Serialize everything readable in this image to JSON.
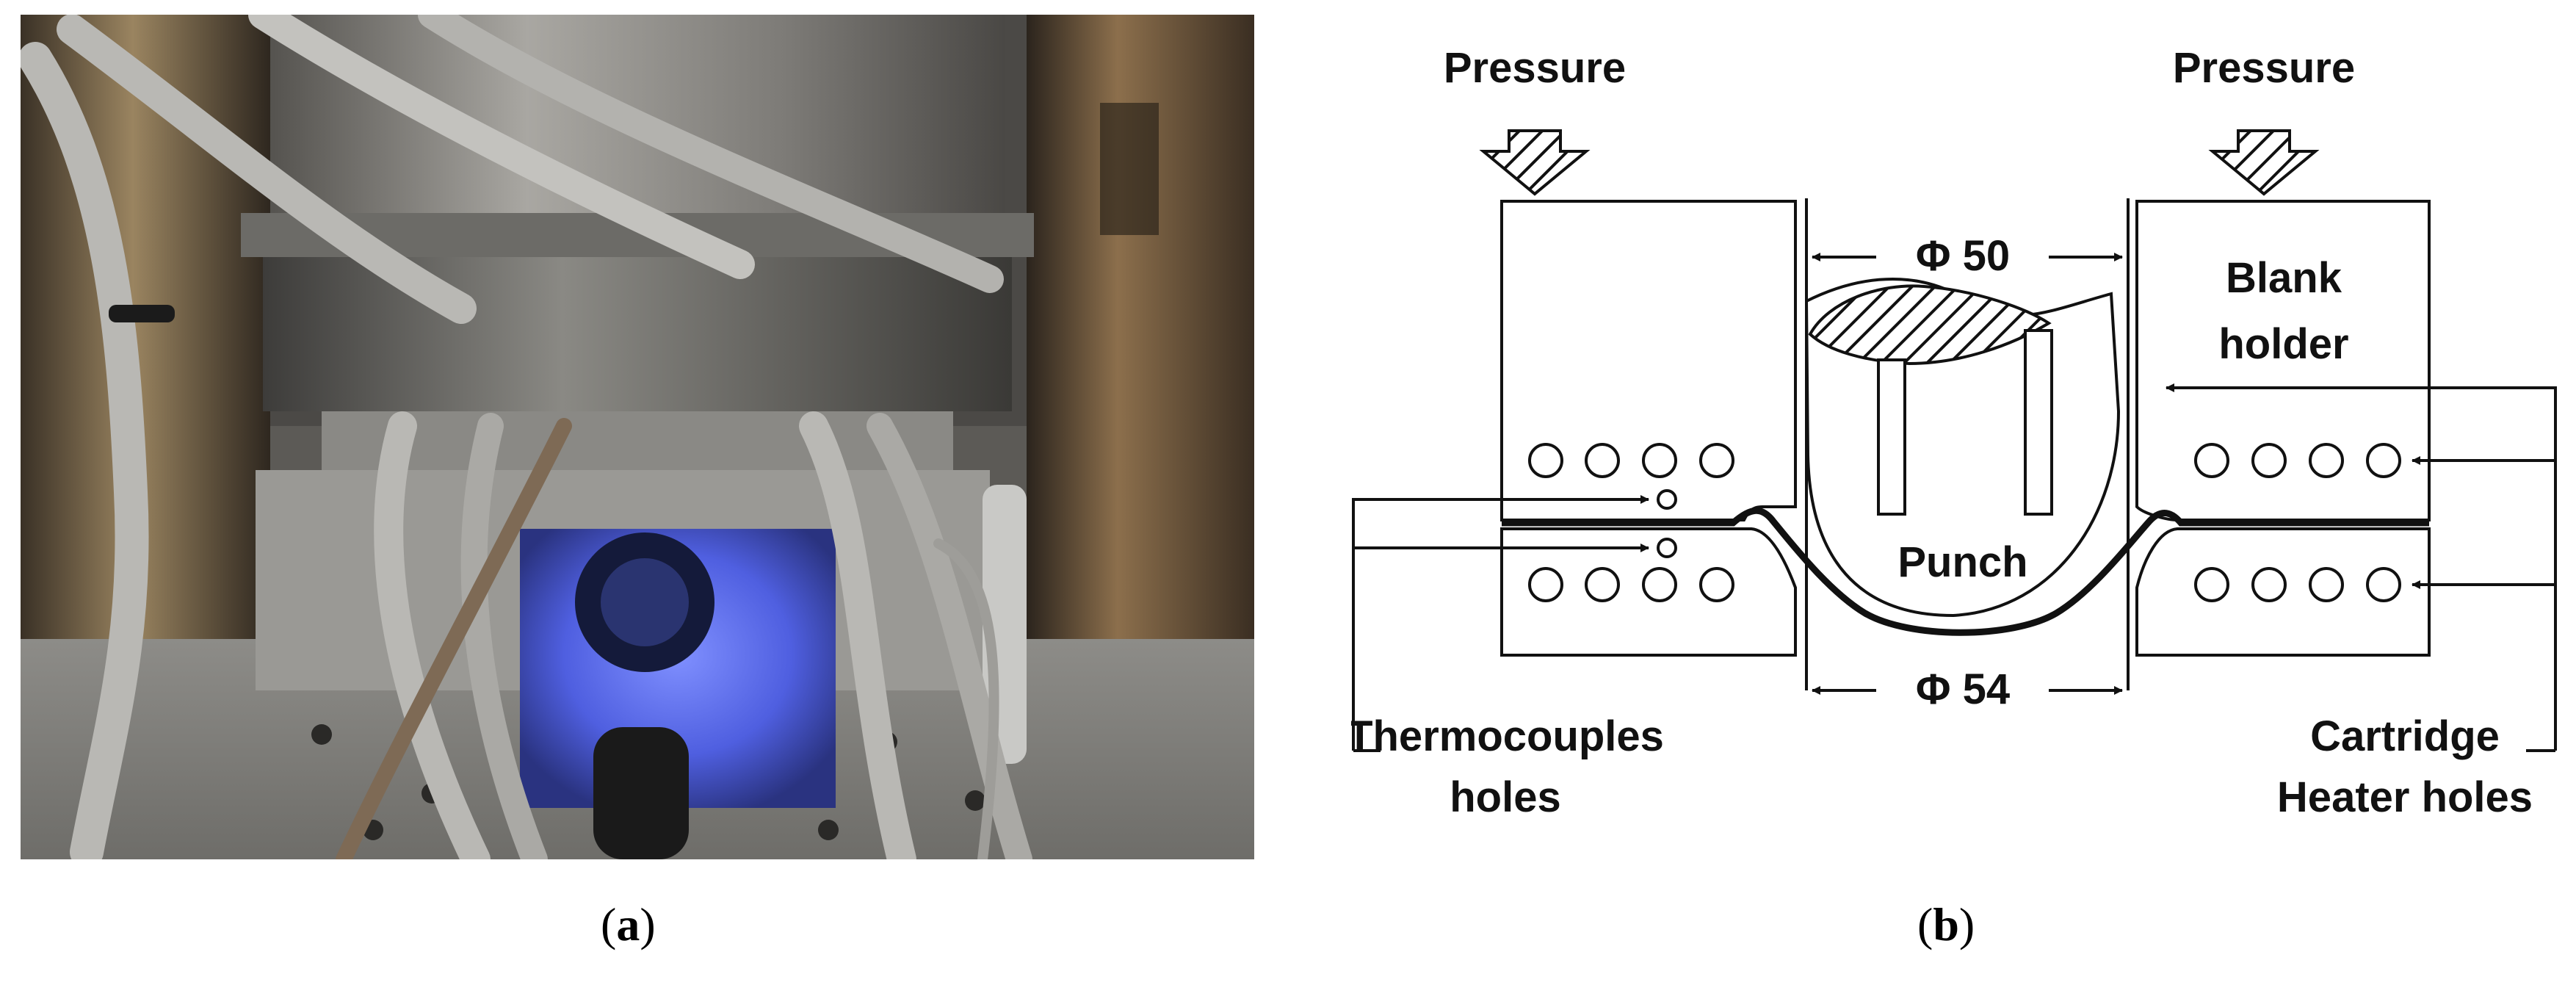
{
  "captions": {
    "a": "a",
    "b": "b"
  },
  "diagram": {
    "pressure_left": "Pressure",
    "pressure_right": "Pressure",
    "dim_top": "Φ 50",
    "dim_bottom": "Φ 54",
    "blank_holder_line1": "Blank",
    "blank_holder_line2": "holder",
    "punch": "Punch",
    "thermocouples_line1": "Thermocouples",
    "thermocouples_line2": "holes",
    "cartridge_line1": "Cartridge",
    "cartridge_line2": "Heater holes"
  },
  "colors": {
    "diagram_ink": "#111111",
    "photo_glow": "#5f73ff",
    "steel": "#8f8e8a"
  }
}
